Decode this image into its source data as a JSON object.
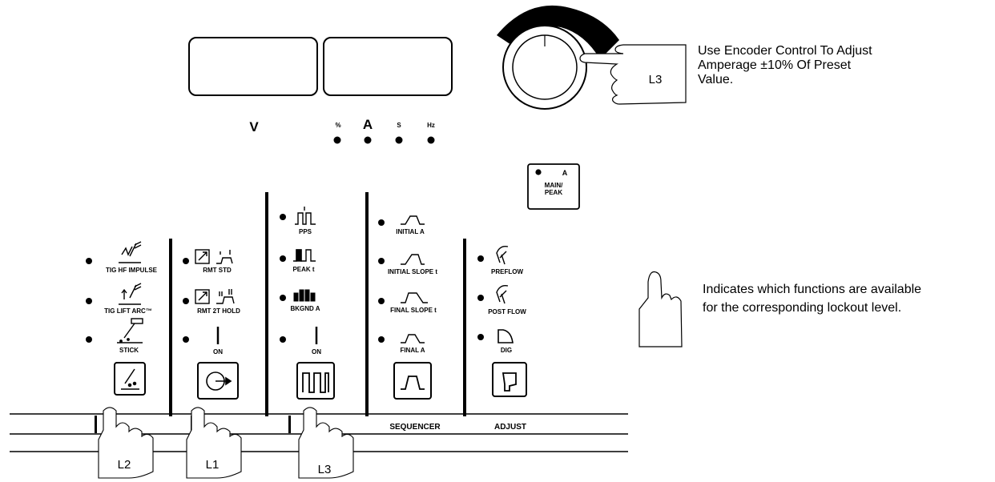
{
  "display": {
    "volts_label": "V",
    "units": [
      "%",
      "A",
      "S",
      "Hz"
    ]
  },
  "encoder": {
    "hand_label": "L3",
    "note": "Use Encoder Control To Adjust\nAmperage ±10% Of Preset\nValue."
  },
  "main_peak": {
    "led_label": "A",
    "label_line1": "MAIN/",
    "label_line2": "PEAK"
  },
  "columns": {
    "process": [
      "TIG HF IMPULSE",
      "TIG LIFT ARC™",
      "STICK"
    ],
    "output": [
      "RMT STD",
      "RMT 2T HOLD",
      "ON"
    ],
    "pulser": [
      "PPS",
      "PEAK t",
      "BKGND A",
      "ON"
    ],
    "sequencer": [
      "INITIAL A",
      "INITIAL SLOPE t",
      "FINAL SLOPE t",
      "FINAL A"
    ],
    "adjust": [
      "PREFLOW",
      "POST FLOW",
      "DIG"
    ]
  },
  "section_labels": [
    "SEQUENCER",
    "ADJUST"
  ],
  "hand_labels": [
    "L2",
    "L1",
    "L3"
  ],
  "legend_note": "Indicates which functions are available\nfor the corresponding lockout level."
}
